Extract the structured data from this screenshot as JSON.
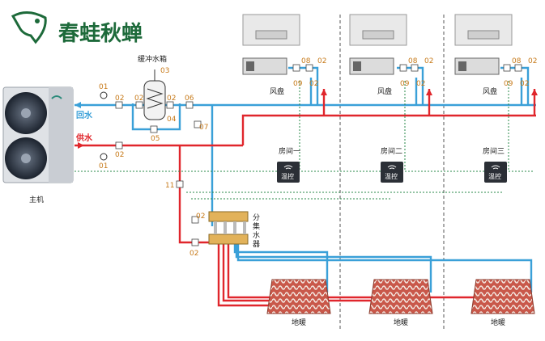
{
  "brand": {
    "name": "春蛙秋蝉"
  },
  "colors": {
    "supply": "#e0262c",
    "return": "#3aa0d8",
    "signal": "#2a8a4a",
    "brand": "#1d6a3a",
    "number": "#c77a1a"
  },
  "labels": {
    "main_unit": "主机",
    "return_water": "回水",
    "supply_water": "供水",
    "buffer_tank": "缓冲水箱",
    "manifold": [
      "分",
      "集",
      "水",
      "器"
    ],
    "fan_coil": "风盘",
    "thermostat": "温控",
    "rooms": [
      "房间一",
      "房间二",
      "房间三"
    ],
    "floor_heating": "地暖"
  },
  "part_numbers": {
    "n01": "01",
    "n02": "02",
    "n03": "03",
    "n04": "04",
    "n05": "05",
    "n06": "06",
    "n07": "07",
    "n08": "08",
    "n09": "09",
    "n11": "11"
  },
  "icons": [
    "heat-pump-icon",
    "buffer-tank-icon",
    "fan-coil-icon",
    "thermostat-icon",
    "manifold-icon",
    "floor-heating-icon",
    "valve-icon",
    "gauge-icon",
    "frog-logo-icon"
  ]
}
